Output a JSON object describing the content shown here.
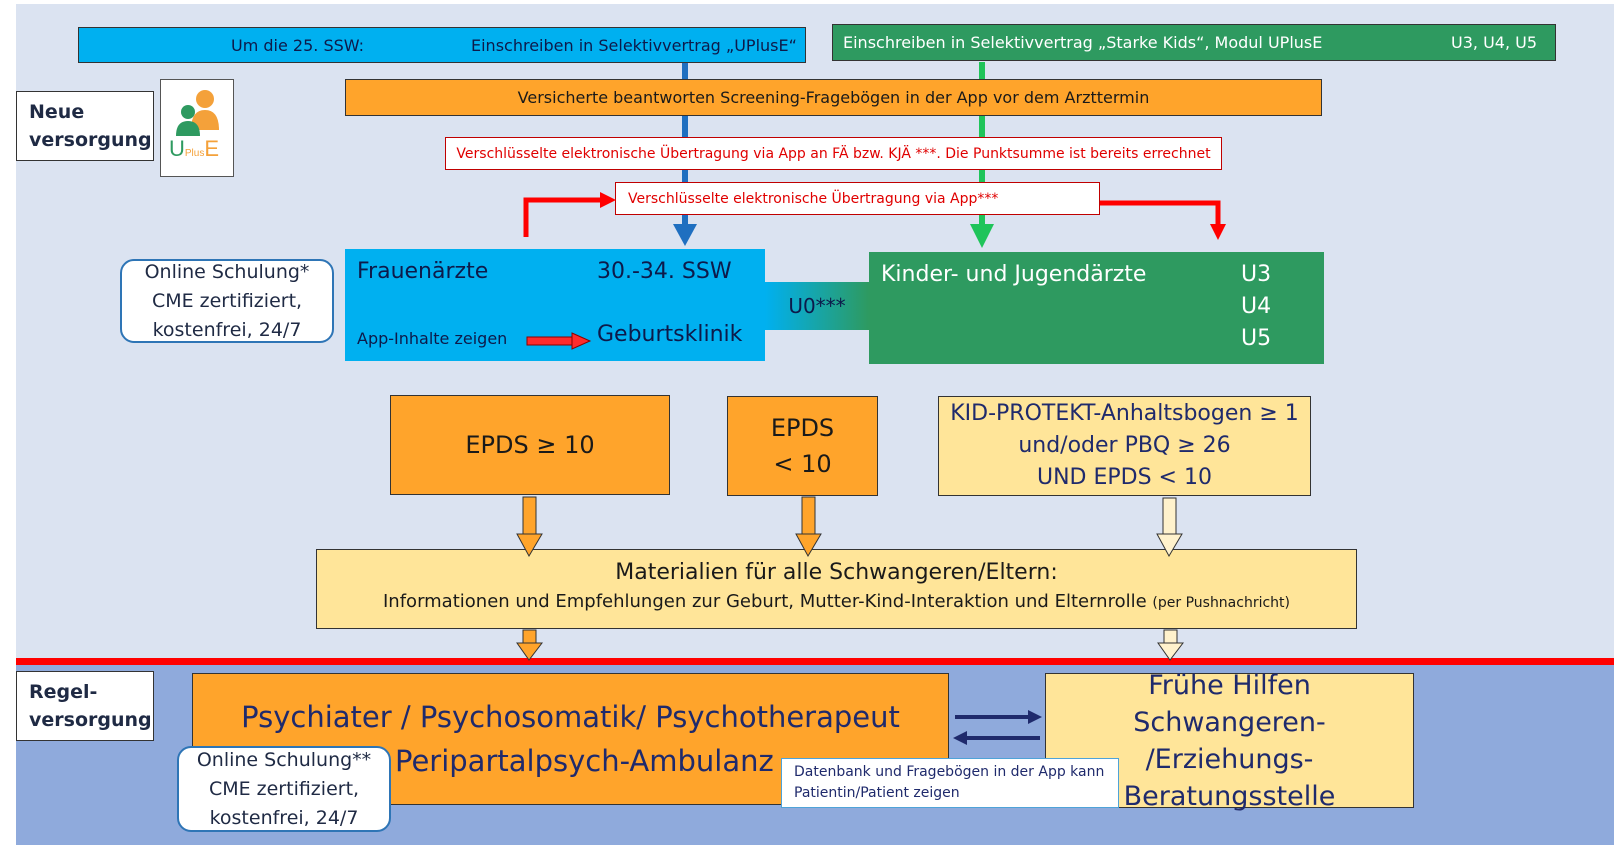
{
  "colors": {
    "blue": "#00b0f0",
    "green": "#2e9a60",
    "orange": "#ffa42b",
    "light_yellow": "#ffe599",
    "red": "#ff0000",
    "navy": "#1f2a6c",
    "upper_bg": "#dbe3f1",
    "lower_bg": "#8faadc"
  },
  "top": {
    "blue_left": "Um die 25. SSW:",
    "blue_right": "Einschreiben in Selektivvertrag „UPlusE“",
    "green_left": "Einschreiben in Selektivvertrag „Starke Kids“, Modul UPlusE",
    "green_right": "U3, U4, U5"
  },
  "labels": {
    "neue": [
      "Neue",
      "versorgung"
    ],
    "regel": [
      "Regel-",
      "versorgung"
    ]
  },
  "logo": {
    "text_u": "U",
    "text_plus": "Plus",
    "text_e": "E",
    "icon": "people-logo-icon"
  },
  "screening": "Versicherte beantworten Screening-Fragebögen in der App vor dem Arzttermin",
  "transfer1": "Verschlüsselte elektronische Übertragung via App an FÄ  bzw. KJÄ ***. Die Punktsumme ist bereits errechnet",
  "transfer2": "Verschlüsselte elektronische Übertragung via App***",
  "online_schulung_1": [
    "Online Schulung*",
    "CME zertifiziert,",
    "kostenfrei, 24/7"
  ],
  "online_schulung_2": [
    "Online Schulung**",
    "CME zertifiziert,",
    "kostenfrei, 24/7"
  ],
  "frauenaerzte": {
    "title": "Frauenärzte",
    "ssw": "30.-34. SSW",
    "app": "App-Inhalte zeigen",
    "klinik": "Geburtsklinik"
  },
  "u0": "U0***",
  "kinder": {
    "title": "Kinder- und Jugendärzte",
    "u": [
      "U3",
      "U4",
      "U5"
    ]
  },
  "epds_high": "EPDS ≥ 10",
  "epds_low": [
    "EPDS",
    "< 10"
  ],
  "kid": [
    "KID-PROTEKT-Anhaltsbogen ≥ 1",
    "und/oder PBQ ≥ 26",
    "UND EPDS < 10"
  ],
  "materialien": {
    "title": "Materialien für alle Schwangeren/Eltern:",
    "text": "Informationen und Empfehlungen zur Geburt, Mutter-Kind-Interaktion und Elternrolle",
    "small": "(per Pushnachricht)"
  },
  "psych": [
    "Psychiater /  Psychosomatik/ Psychotherapeut",
    "Peripartalpsych-Ambulanz"
  ],
  "fruehe": [
    "Frühe Hilfen",
    "Schwangeren- /Erziehungs-",
    "Beratungsstelle"
  ],
  "datenbank": [
    "Datenbank und Fragebögen in der App kann",
    "Patientin/Patient zeigen"
  ]
}
